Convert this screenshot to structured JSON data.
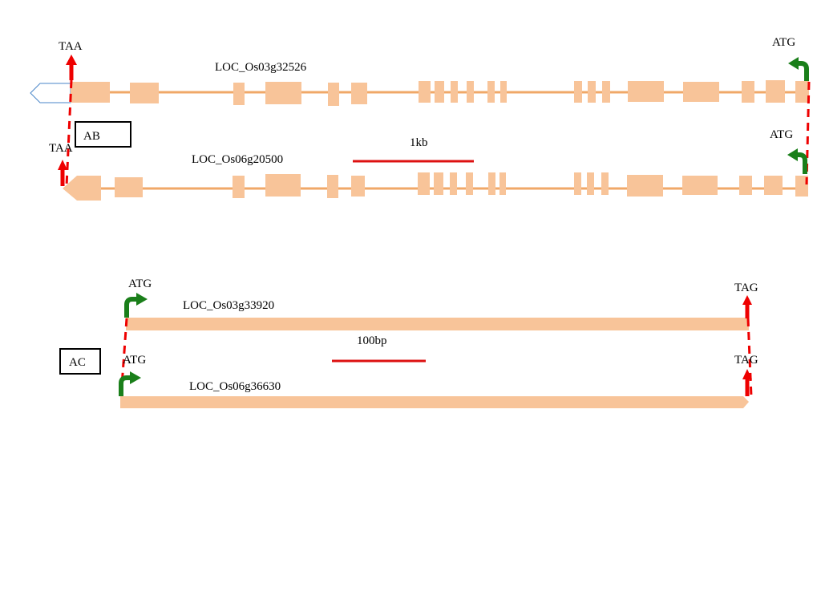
{
  "colors": {
    "gene_fill": "#f8c499",
    "intron_line": "#f0a868",
    "start_arrow": "#1a7f1a",
    "stop_arrow": "#ee0000",
    "scale_bar": "#dd1111",
    "utr_outline": "#4a86c8"
  },
  "panel_ab": {
    "box_label": "AB",
    "scale_label": "1kb",
    "gene1": {
      "name": "LOC_Os03g32526",
      "stop_label": "TAA",
      "start_label": "ATG"
    },
    "gene2": {
      "name": "LOC_Os06g20500",
      "stop_label": "TAA",
      "start_label": "ATG"
    }
  },
  "panel_ac": {
    "box_label": "AC",
    "scale_label": "100bp",
    "gene1": {
      "name": "LOC_Os03g33920",
      "start_label": "ATG",
      "stop_label": "TAG"
    },
    "gene2": {
      "name": "LOC_Os06g36630",
      "start_label": "ATG",
      "stop_label": "TAG"
    }
  }
}
